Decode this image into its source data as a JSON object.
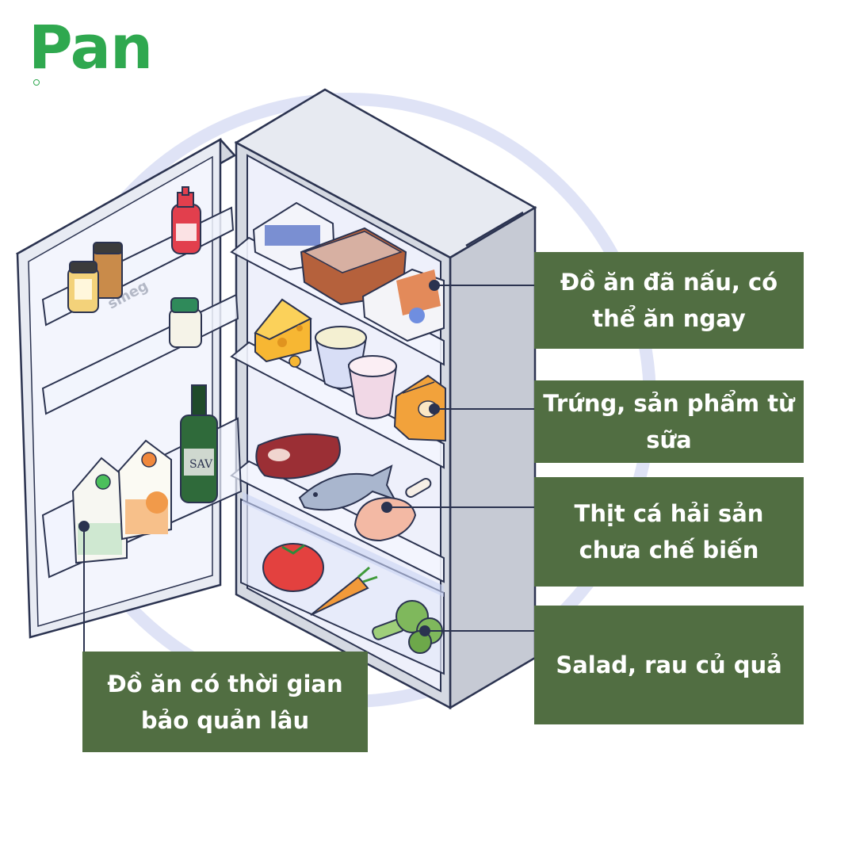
{
  "brand": {
    "logo_text": "Pan",
    "logo_color": "#2fa84f"
  },
  "colors": {
    "label_bg": "#516e42",
    "label_text": "#ffffff",
    "outline": "#2b3350",
    "fridge_body": "#dde1ea",
    "fridge_shadow": "#b7bcc8",
    "halo": "#dfe3f6"
  },
  "callouts": {
    "cooked": {
      "text": "Đồ ăn đã nấu, có thể ăn ngay",
      "line1": "Đồ ăn đã nấu, có",
      "line2": "thể ăn ngay"
    },
    "dairy": {
      "text": "Trứng, sản phẩm từ sữa",
      "line1": "Trứng, sản phẩm từ",
      "line2": "sữa"
    },
    "meat": {
      "text": "Thịt cá hải sản chưa chế biến",
      "line1": "Thịt cá hải sản",
      "line2": "chưa chế biến"
    },
    "salad": {
      "text": "Salad, rau củ quả",
      "line1": "Salad, rau củ quả"
    },
    "door": {
      "text": "Đồ ăn có thời gian bảo quản lâu",
      "line1": "Đồ ăn có thời gian",
      "line2": "bảo quản lâu"
    }
  },
  "illustration": {
    "fridge_brand": "smeg",
    "wine_label": "SAV",
    "icons": [
      "fridge-icon",
      "ketchup-bottle-icon",
      "spice-jar-icon",
      "sauce-jar-icon",
      "wine-bottle-icon",
      "milk-carton-icon",
      "juice-carton-icon",
      "food-container-icon",
      "cheese-icon",
      "yogurt-cup-icon",
      "egg-pack-icon",
      "steak-icon",
      "fish-icon",
      "chicken-leg-icon",
      "tomato-icon",
      "carrot-icon",
      "broccoli-icon"
    ]
  }
}
